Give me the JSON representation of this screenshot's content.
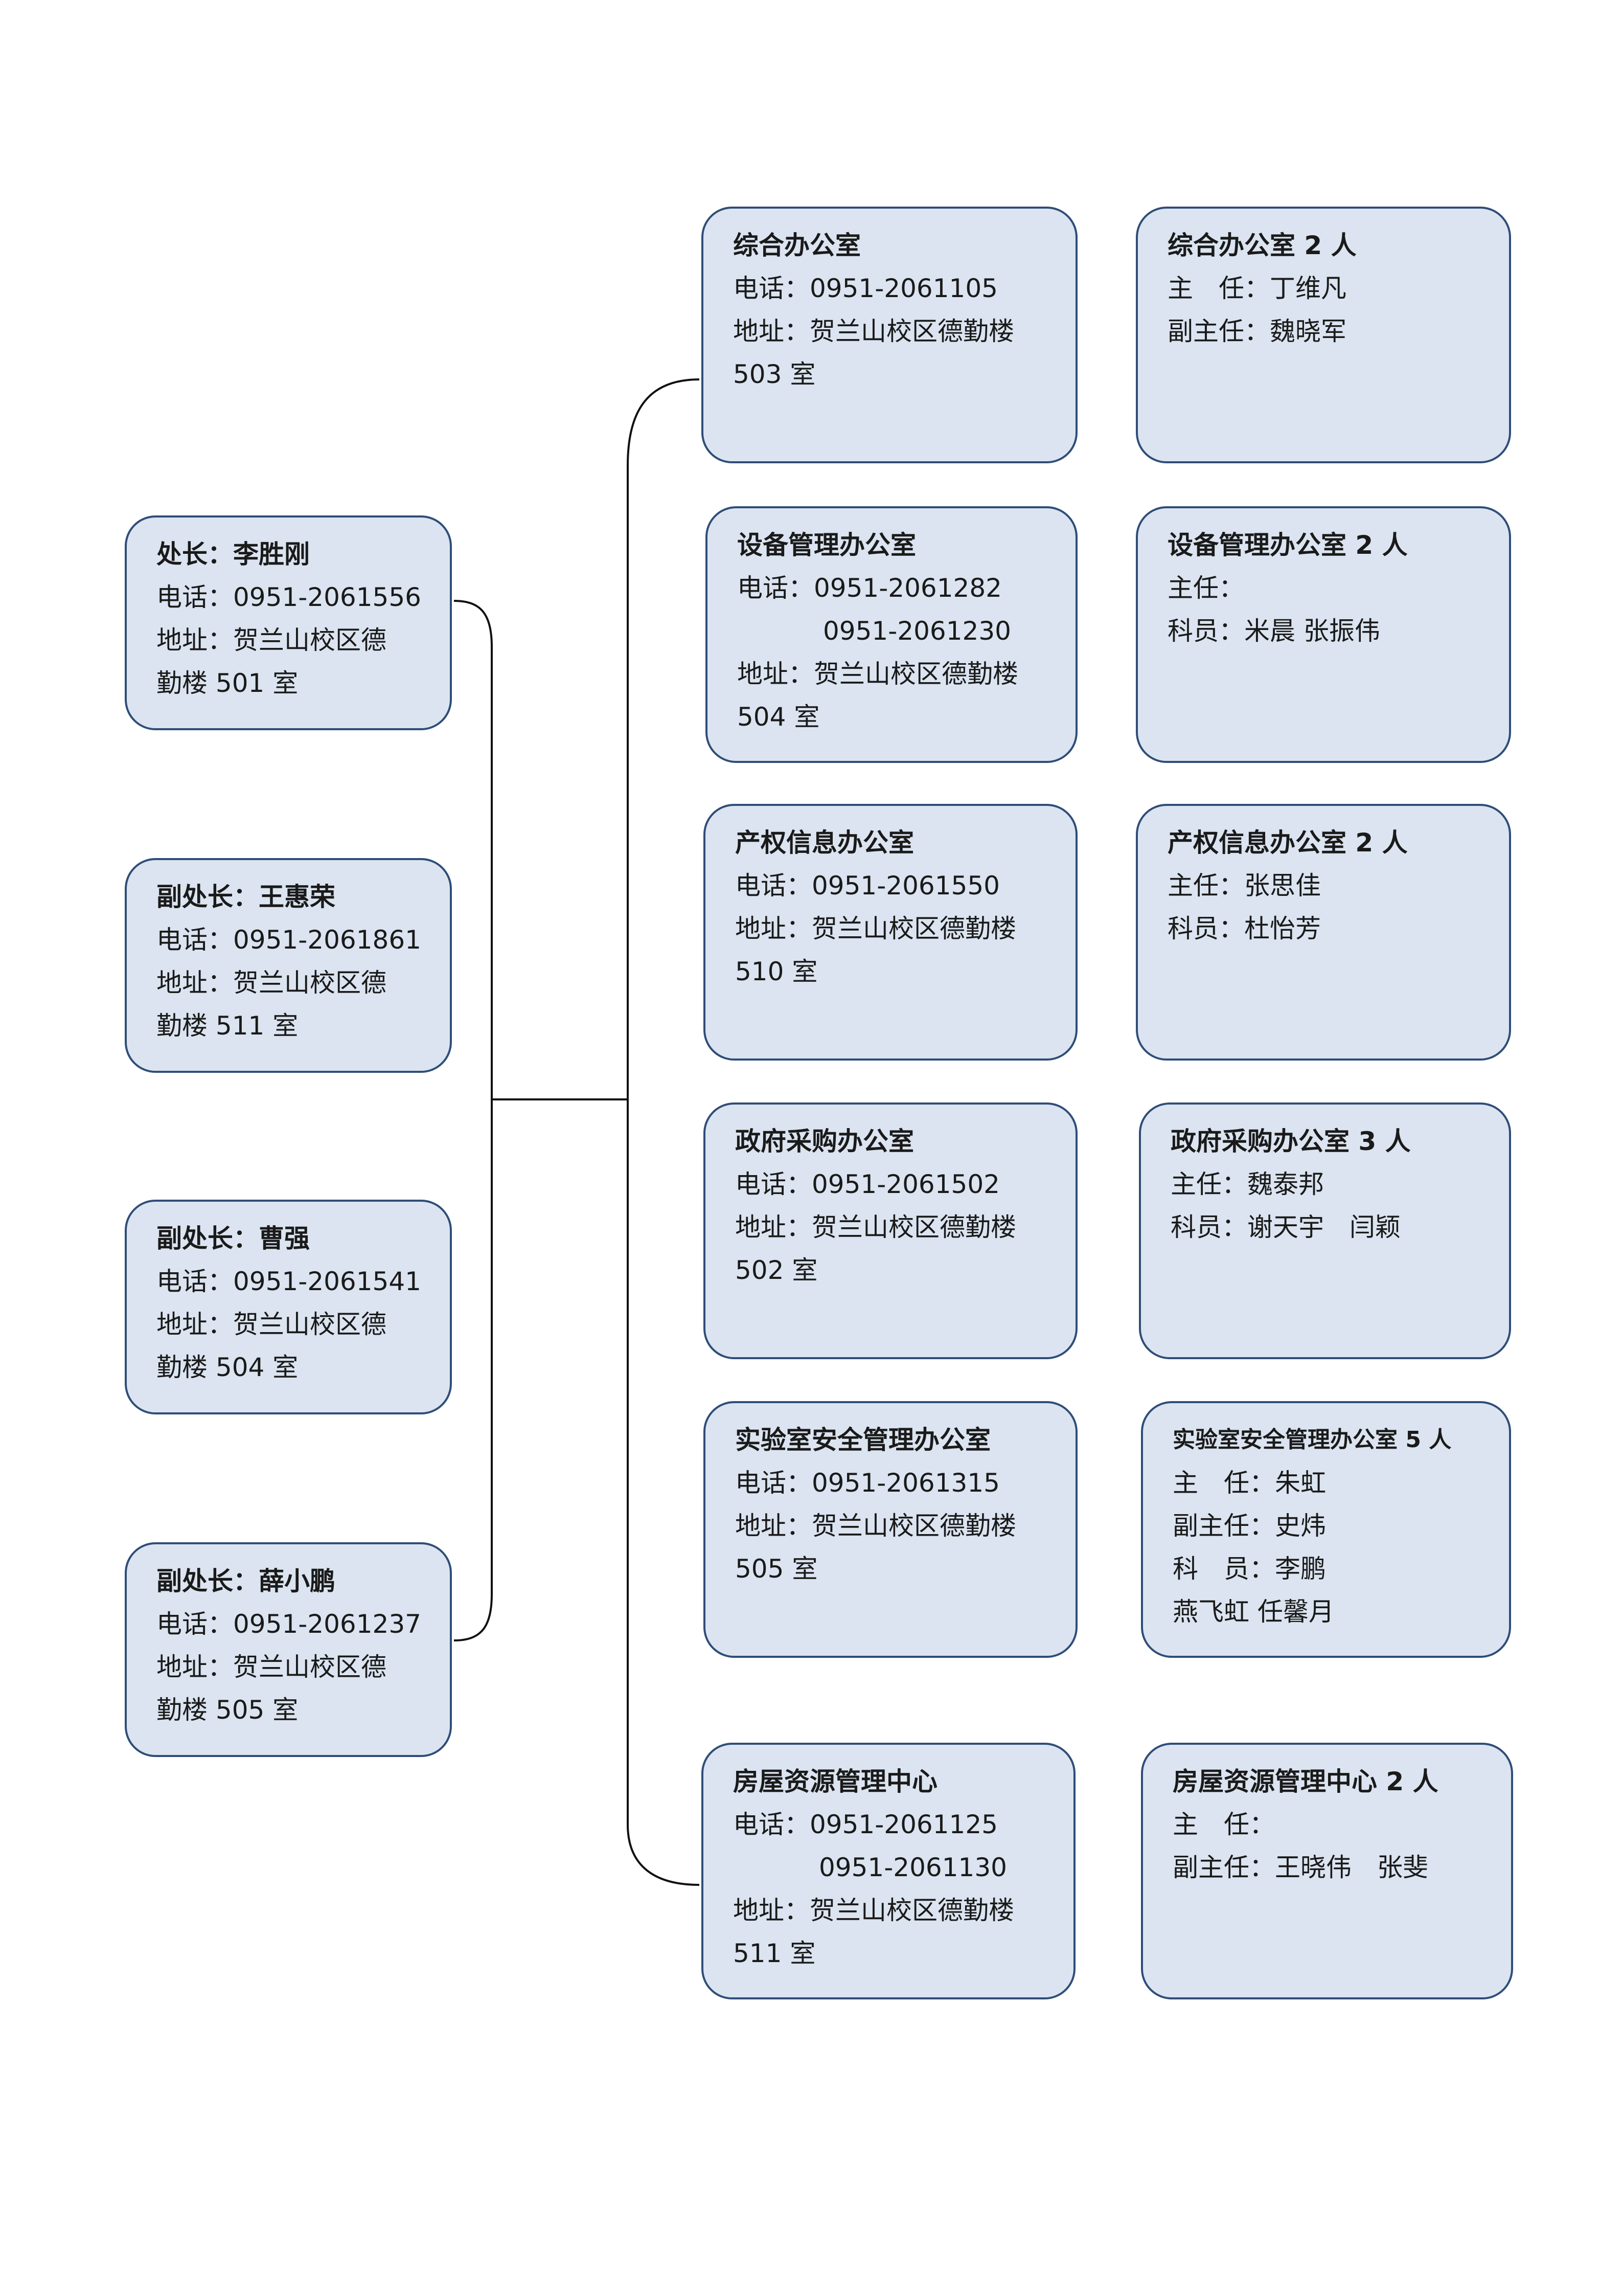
{
  "leaders": [
    {
      "title": "处长：李胜刚",
      "phone": "电话：0951-2061556",
      "addr_1": "地址：贺兰山校区德",
      "addr_2": "勤楼 501 室"
    },
    {
      "title": "副处长：王惠荣",
      "phone": "电话：0951-2061861",
      "addr_1": "地址：贺兰山校区德",
      "addr_2": "勤楼 511 室"
    },
    {
      "title": "副处长：曹强",
      "phone": "电话：0951-2061541",
      "addr_1": "地址：贺兰山校区德",
      "addr_2": "勤楼 504 室"
    },
    {
      "title": "副处长：薛小鹏",
      "phone": "电话：0951-2061237",
      "addr_1": "地址：贺兰山校区德",
      "addr_2": "勤楼 505 室"
    }
  ],
  "offices": [
    {
      "name": "综合办公室",
      "phone_1": "电话：0951-2061105",
      "addr_1": "地址：贺兰山校区德勤楼",
      "addr_2": "503 室"
    },
    {
      "name": "设备管理办公室",
      "phone_1": "电话：0951-2061282",
      "phone_2": "0951-2061230",
      "addr_1": "地址：贺兰山校区德勤楼",
      "addr_2": "504 室"
    },
    {
      "name": "产权信息办公室",
      "phone_1": "电话：0951-2061550",
      "addr_1": "地址：贺兰山校区德勤楼",
      "addr_2": "510 室"
    },
    {
      "name": "政府采购办公室",
      "phone_1": "电话：0951-2061502",
      "addr_1": "地址：贺兰山校区德勤楼",
      "addr_2": "502 室"
    },
    {
      "name": "实验室安全管理办公室",
      "phone_1": "电话：0951-2061315",
      "addr_1": "地址：贺兰山校区德勤楼",
      "addr_2": "505 室"
    },
    {
      "name": "房屋资源管理中心",
      "phone_1": "电话：0951-2061125",
      "phone_2": "0951-2061130",
      "addr_1": "地址：贺兰山校区德勤楼",
      "addr_2": "511 室"
    }
  ],
  "staff": [
    {
      "title": "综合办公室 2 人",
      "lines": [
        "主　任：丁维凡",
        "副主任：魏晓军"
      ]
    },
    {
      "title": "设备管理办公室 2 人",
      "lines": [
        "主任：",
        "科员：米晨  张振伟"
      ]
    },
    {
      "title": "产权信息办公室 2 人",
      "lines": [
        "主任：张思佳",
        "科员：杜怡芳"
      ]
    },
    {
      "title": "政府采购办公室 3 人",
      "lines": [
        "主任：魏泰邦",
        "科员：谢天宇　闫颖"
      ]
    },
    {
      "title": "实验室安全管理办公室 5 人",
      "lines": [
        "主　任：朱虹",
        "副主任：史炜",
        "科　员：李鹏",
        "燕飞虹  任馨月"
      ]
    },
    {
      "title": "房屋资源管理中心 2 人",
      "lines": [
        "主　任：",
        "副主任：王晓伟　张斐"
      ]
    }
  ]
}
